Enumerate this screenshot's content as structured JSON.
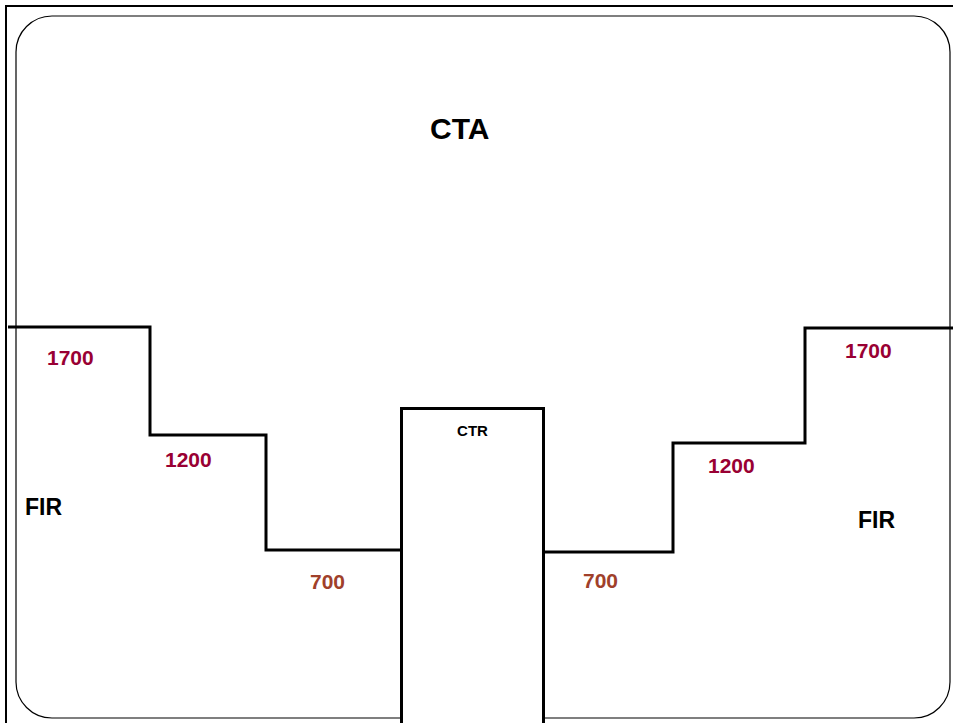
{
  "diagram": {
    "nodes": [
      {
        "text": [
          "CTR"
        ]
      }
    ],
    "labels": [
      "CTA",
      "1700",
      "1700",
      "1200",
      "1200",
      "FIR",
      "FIR",
      "700",
      "700"
    ]
  }
}
